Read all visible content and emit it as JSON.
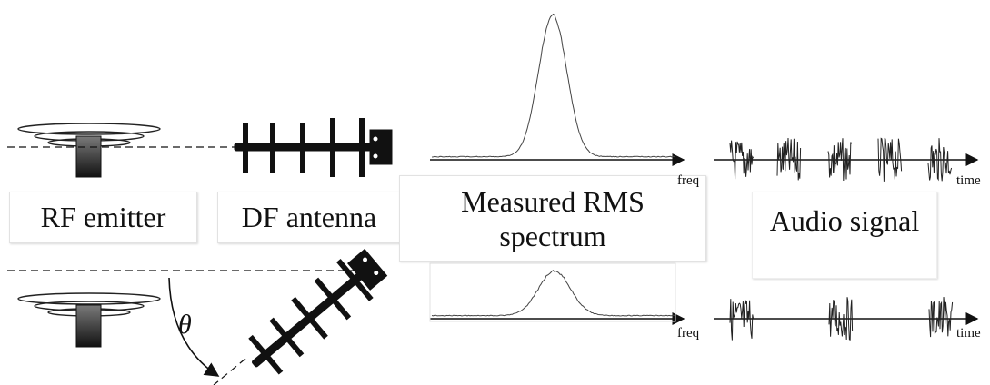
{
  "labels": {
    "emitter": "RF emitter",
    "antenna": "DF antenna",
    "spectrum": "Measured RMS spectrum",
    "audio": "Audio signal",
    "freq_axis": "freq",
    "time_axis": "time",
    "angle": "θ"
  },
  "colors": {
    "ink": "#111111",
    "emitter_body": "#2b2b2b",
    "antenna": "#1a1a1a",
    "waveform": "#333333"
  },
  "icons": [
    "rf-emitter-icon",
    "yagi-antenna-icon",
    "angle-arrow-icon"
  ]
}
